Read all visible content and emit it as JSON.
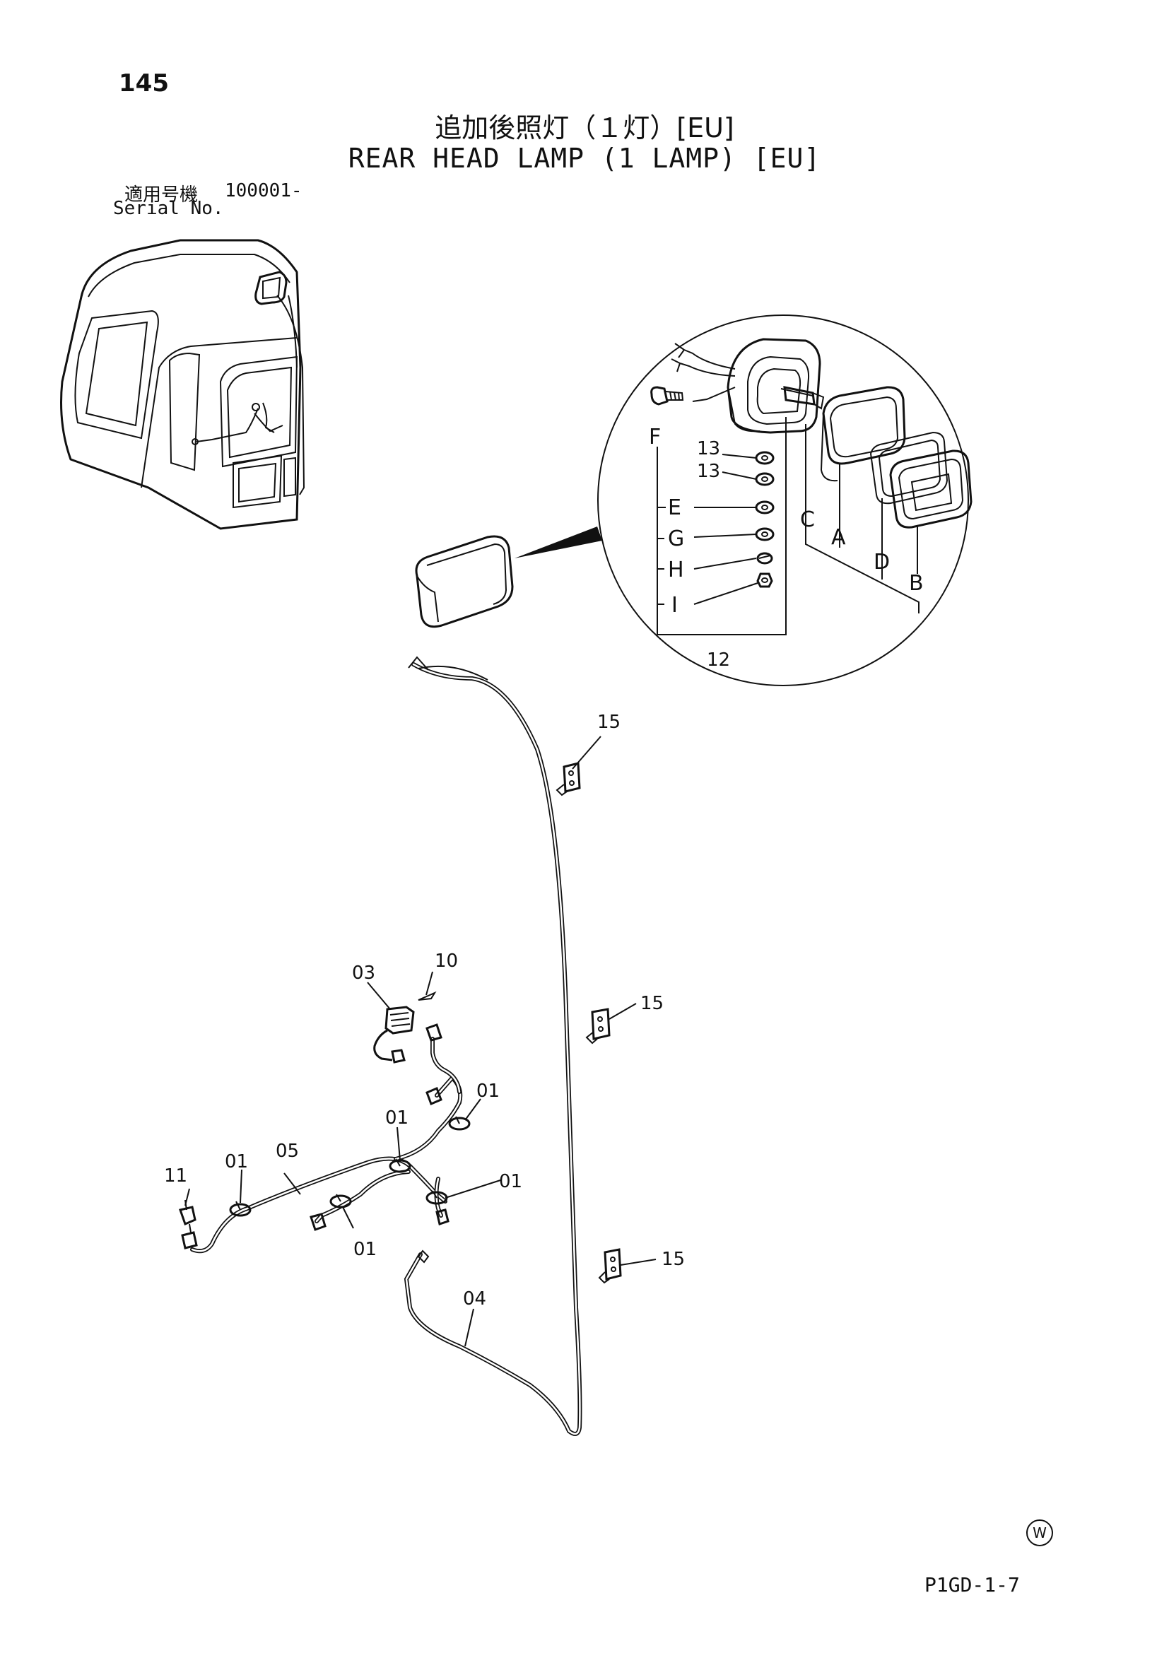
{
  "page_number": "145",
  "title_jp": "追加後照灯（１灯）[EU]",
  "title_en": "REAR HEAD LAMP (1 LAMP) [EU]",
  "serial": {
    "label_jp": "適用号機",
    "range": "100001-",
    "label_en": "Serial No."
  },
  "callouts": {
    "c01a": "01",
    "c01b": "01",
    "c01c": "01",
    "c01d": "01",
    "c01e": "01",
    "c03": "03",
    "c04": "04",
    "c05": "05",
    "c10": "10",
    "c11": "11",
    "c12": "12",
    "c13a": "13",
    "c13b": "13",
    "c15a": "15",
    "c15b": "15",
    "c15c": "15"
  },
  "letters": {
    "A": "A",
    "B": "B",
    "C": "C",
    "D": "D",
    "E": "E",
    "F": "F",
    "G": "G",
    "H": "H",
    "I": "I"
  },
  "mark": "W",
  "drawing_code": "P1GD-1-7"
}
